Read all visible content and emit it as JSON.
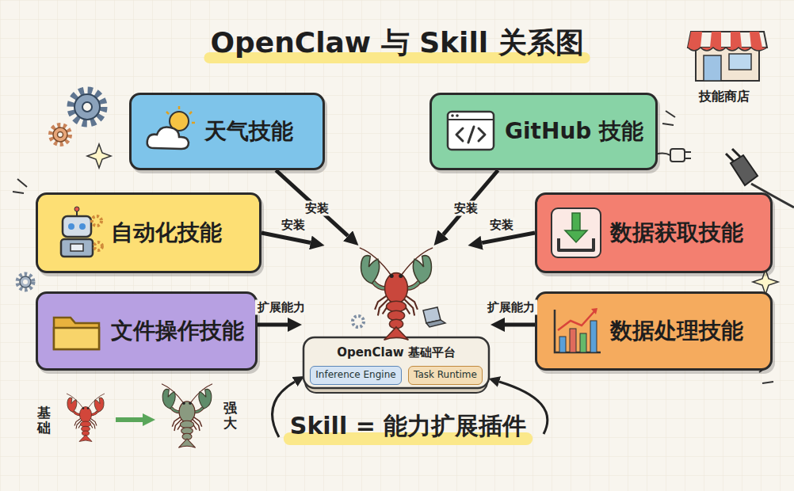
{
  "diagram": {
    "title": "OpenClaw 与 Skill 关系图",
    "nodes": [
      {
        "text": [
          "天气技能"
        ]
      },
      {
        "text": [
          "GitHub 技能"
        ]
      },
      {
        "text": [
          "自动化技能"
        ]
      },
      {
        "text": [
          "数据获取技能"
        ]
      },
      {
        "text": [
          "文件操作技能"
        ]
      },
      {
        "text": [
          "数据处理技能"
        ]
      },
      {
        "text": [
          "OpenClaw 基础平台"
        ]
      },
      {
        "text": [
          "Inference Engine"
        ],
        "in": 6
      },
      {
        "text": [
          "Task Runtime"
        ],
        "in": 6
      }
    ],
    "edges": [
      {
        "from": 0,
        "to": 6,
        "label": "安装",
        "arrow": "to"
      },
      {
        "from": 1,
        "to": 6,
        "label": "安装",
        "arrow": "to"
      },
      {
        "from": 2,
        "to": 6,
        "label": "安装",
        "arrow": "to"
      },
      {
        "from": 3,
        "to": 6,
        "label": "安装",
        "arrow": "to"
      },
      {
        "from": 4,
        "to": 6,
        "label": "扩展能力",
        "arrow": "to"
      },
      {
        "from": 5,
        "to": 6,
        "label": "扩展能力",
        "arrow": "to"
      }
    ],
    "labels": [
      "技能商店",
      "基础",
      "强大",
      "Skill = 能力扩展插件"
    ]
  }
}
